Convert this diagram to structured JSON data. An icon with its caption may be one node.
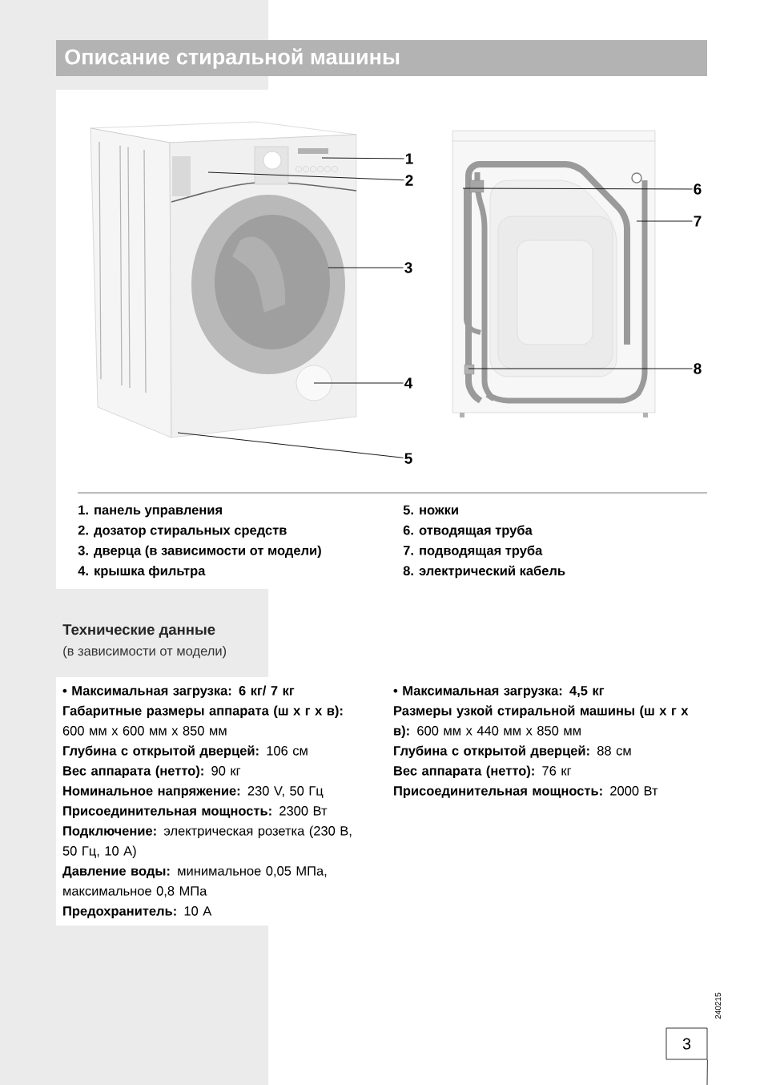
{
  "diagram": {
    "title": "Описание стиральной машины",
    "nodes": [
      {
        "text": [
          "1"
        ]
      },
      {
        "text": [
          "2"
        ]
      },
      {
        "text": [
          "3"
        ]
      },
      {
        "text": [
          "4"
        ]
      },
      {
        "text": [
          "5"
        ]
      },
      {
        "text": [
          "6"
        ]
      },
      {
        "text": [
          "7"
        ]
      },
      {
        "text": [
          "8"
        ]
      },
      {
        "text": [
          "3"
        ]
      }
    ],
    "edges": [
      {
        "from": 0,
        "to": null,
        "arrow": "none"
      },
      {
        "from": 1,
        "to": null,
        "arrow": "none"
      },
      {
        "from": 2,
        "to": null,
        "arrow": "none"
      },
      {
        "from": 3,
        "to": null,
        "arrow": "none"
      },
      {
        "from": 4,
        "to": null,
        "arrow": "none"
      },
      {
        "from": 5,
        "to": null,
        "arrow": "none"
      },
      {
        "from": 6,
        "to": null,
        "arrow": "none"
      },
      {
        "from": 7,
        "to": null,
        "arrow": "none"
      }
    ],
    "labels": [
      "1. панель управления",
      "2. дозатор стиральных средств",
      "3. дверца (в зависимости от модели)",
      "4. крышка фильтра",
      "5. ножки",
      "6. отводящая труба",
      "7. подводящая труба",
      "8. электрический кабель",
      "Технические данные",
      "(в зависимости от модели)",
      "• Максимальная загрузка: 6 кг/ 7 кг",
      "**Габаритные размеры аппарата (ш x г x в):** 600 мм x 600 мм x 850 мм",
      "**Глубина с открытой дверцей:** 106 см",
      "**Вес аппарата (нетто):** 90 кг",
      "**Номинальное напряжение:** 230 V, 50 Гц",
      "**Присоединительная мощность:** 2300 Вт",
      "**Подключение:** электрическая розетка (230 В, 50 Гц, 10 А)",
      "**Давление воды:** минимальное 0,05 МПа, максимальное 0,8 МПа",
      "**Предохранитель:** 10 А",
      "• Максимальная загрузка: 4,5 кг",
      "**Размеры узкой стиральной машины (ш x г x в):** 600 мм x 440 мм x 850 мм",
      "**Глубина с открытой дверцей:** 88 см",
      "**Вес аппарата  (нетто):** 76 кг",
      "**Присоединительная мощность:** 2000 Вт",
      "240215"
    ]
  }
}
